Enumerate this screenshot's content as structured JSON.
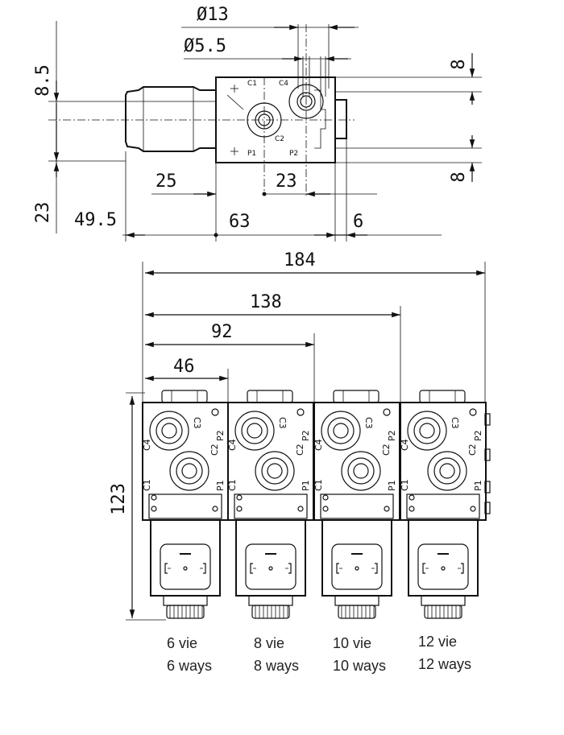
{
  "top_view": {
    "dims": {
      "d13": "Ø13",
      "d5_5": "Ø5.5",
      "h8_top": "8",
      "h8_bottom": "8",
      "v8_5": "8.5",
      "v23": "23",
      "h25": "25",
      "h23": "23",
      "h49_5": "49.5",
      "h63": "63",
      "h6": "6"
    },
    "ports": {
      "c1": "C1",
      "c4": "C4",
      "c2": "C2",
      "p1": "P1",
      "p2": "P2"
    }
  },
  "front_view": {
    "dims": {
      "w184": "184",
      "w138": "138",
      "w92": "92",
      "w46": "46",
      "h123": "123"
    },
    "ports": {
      "c3": "C3",
      "c4": "C4",
      "c2": "C2",
      "p2": "P2",
      "c1": "C1",
      "p1": "P1"
    }
  },
  "captions": [
    {
      "line1": "6 vie",
      "line2": "6 ways"
    },
    {
      "line1": "8 vie",
      "line2": "8 ways"
    },
    {
      "line1": "10 vie",
      "line2": "10 ways"
    },
    {
      "line1": "12 vie",
      "line2": "12 ways"
    }
  ]
}
